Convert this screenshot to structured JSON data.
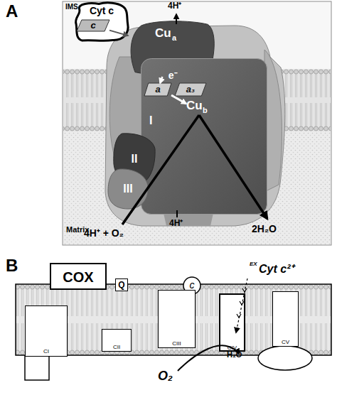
{
  "diagram": {
    "nodes": [
      {
        "text": [
          "Cyt c"
        ]
      },
      {
        "text": [
          "c"
        ],
        "in": 0
      },
      {
        "text": [
          "Cu",
          "a"
        ]
      },
      {
        "text": [
          "I",
          "Cu",
          "b"
        ]
      },
      {
        "text": [
          "a"
        ],
        "in": 3
      },
      {
        "text": [
          "a₃"
        ],
        "in": 3
      },
      {
        "text": [
          "II"
        ]
      },
      {
        "text": [
          "III"
        ]
      },
      {
        "text": [
          "COX"
        ]
      },
      {
        "text": [
          "Q"
        ]
      },
      {
        "text": [
          "c"
        ]
      },
      {
        "text": [
          "CI"
        ]
      },
      {
        "text": [
          "CII"
        ]
      },
      {
        "text": [
          "CIII"
        ]
      },
      {
        "text": [
          "CIV"
        ]
      },
      {
        "text": [
          "CV"
        ]
      }
    ],
    "edges": [
      {
        "from": 1,
        "to": 2,
        "arrow": "to"
      },
      {
        "from": 2,
        "to": 4,
        "arrow": "to",
        "label": "e⁻"
      }
    ],
    "labels": [
      "A",
      "IMS",
      "4H⁺",
      "Matrix",
      "4H⁺ + O₂",
      "4H⁺",
      "2H₂O",
      "B",
      "EX",
      "Cyt c²⁺",
      "O₂",
      "H₂O"
    ]
  }
}
